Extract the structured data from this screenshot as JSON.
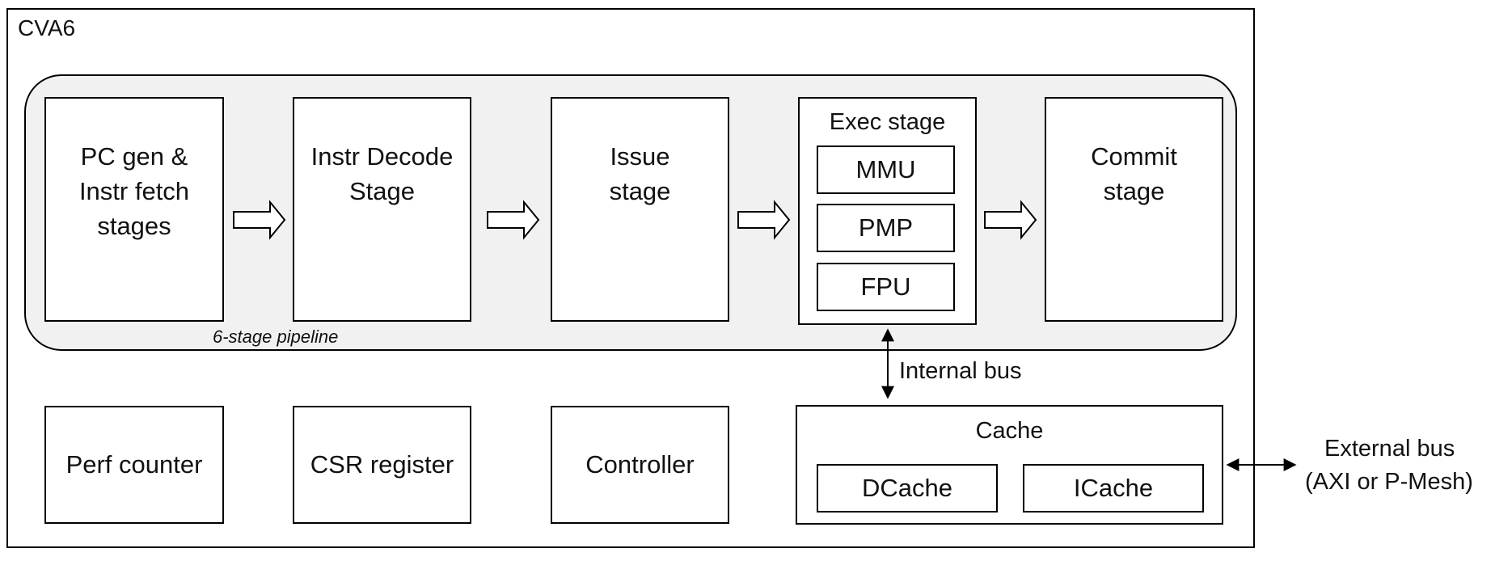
{
  "diagram": {
    "title": "CVA6",
    "pipeline_label": "6-stage pipeline",
    "stages": {
      "fetch": [
        "PC gen &",
        "Instr fetch",
        "stages"
      ],
      "decode": [
        "Instr Decode",
        "Stage"
      ],
      "issue": [
        "Issue",
        "stage"
      ],
      "exec": {
        "title": "Exec stage",
        "units": [
          "MMU",
          "PMP",
          "FPU"
        ]
      },
      "commit": [
        "Commit",
        "stage"
      ]
    },
    "bottom_blocks": [
      "Perf counter",
      "CSR register",
      "Controller"
    ],
    "cache": {
      "title": "Cache",
      "units": [
        "DCache",
        "ICache"
      ]
    },
    "internal_bus_label": "Internal bus",
    "external_bus_label": [
      "External bus",
      "(AXI or P-Mesh)"
    ]
  }
}
